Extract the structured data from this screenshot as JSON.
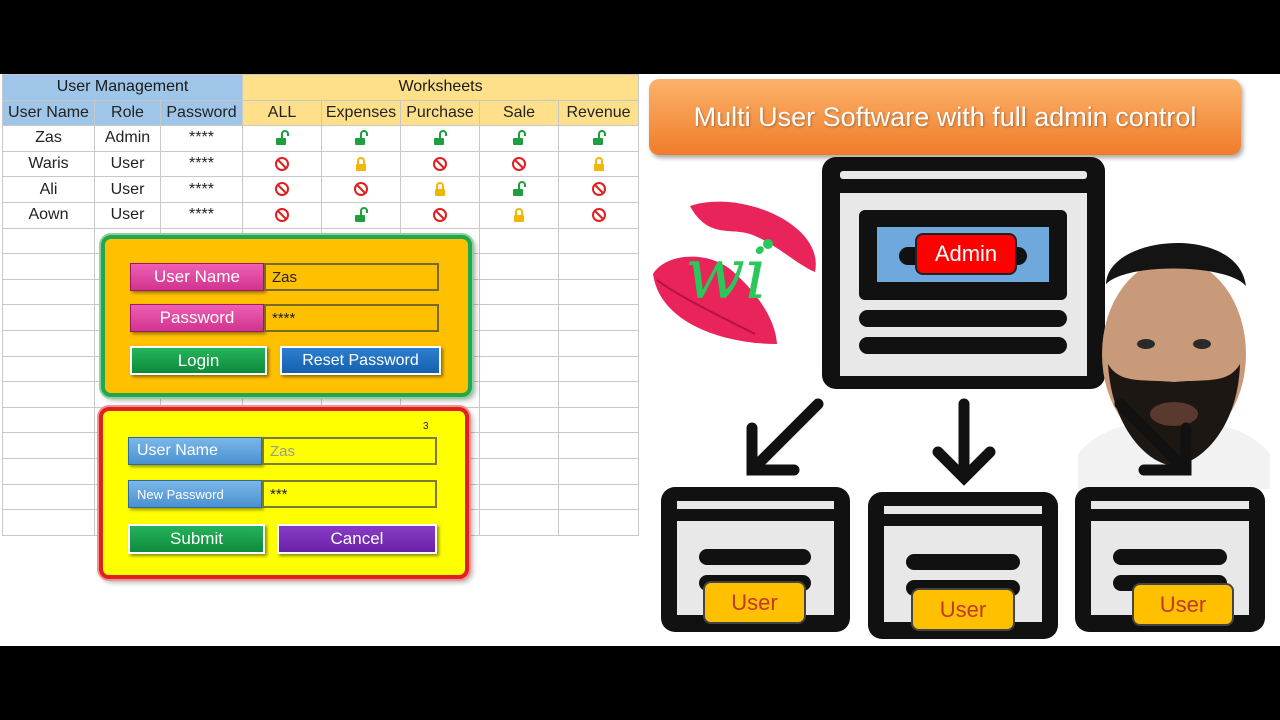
{
  "sheet": {
    "group_headers": {
      "user_management": "User Management",
      "worksheets": "Worksheets"
    },
    "columns": [
      "User Name",
      "Role",
      "Password",
      "ALL",
      "Expenses",
      "Purchase",
      "Sale",
      "Revenue"
    ],
    "rows": [
      {
        "name": "Zas",
        "role": "Admin",
        "password": "****",
        "perms": [
          "unlocked",
          "unlocked",
          "unlocked",
          "unlocked",
          "unlocked"
        ]
      },
      {
        "name": "Waris",
        "role": "User",
        "password": "****",
        "perms": [
          "denied",
          "locked",
          "denied",
          "denied",
          "locked"
        ]
      },
      {
        "name": "Ali",
        "role": "User",
        "password": "****",
        "perms": [
          "denied",
          "denied",
          "locked",
          "unlocked",
          "denied"
        ]
      },
      {
        "name": "Aown",
        "role": "User",
        "password": "****",
        "perms": [
          "denied",
          "unlocked",
          "denied",
          "locked",
          "denied"
        ]
      }
    ],
    "icon_names": {
      "unlocked": "unlocked-padlock-icon",
      "locked": "locked-padlock-icon",
      "denied": "no-access-icon"
    },
    "colors": {
      "unlocked": "#1e9e3e",
      "locked": "#f2b705",
      "denied": "#e02020"
    }
  },
  "login_form": {
    "username_label": "User Name",
    "username_value": "Zas",
    "password_label": "Password",
    "password_value": "****",
    "login_button": "Login",
    "reset_button": "Reset Password"
  },
  "reset_form": {
    "corner_number": "3",
    "username_label": "User Name",
    "username_value": "Zas",
    "new_password_label": "New Password",
    "new_password_value": "***",
    "submit_button": "Submit",
    "cancel_button": "Cancel"
  },
  "banner": {
    "title": "Multi User Software with full admin control"
  },
  "logo": {
    "text": "wi"
  },
  "diagram": {
    "admin_label": "Admin",
    "user_labels": [
      "User",
      "User",
      "User"
    ]
  }
}
